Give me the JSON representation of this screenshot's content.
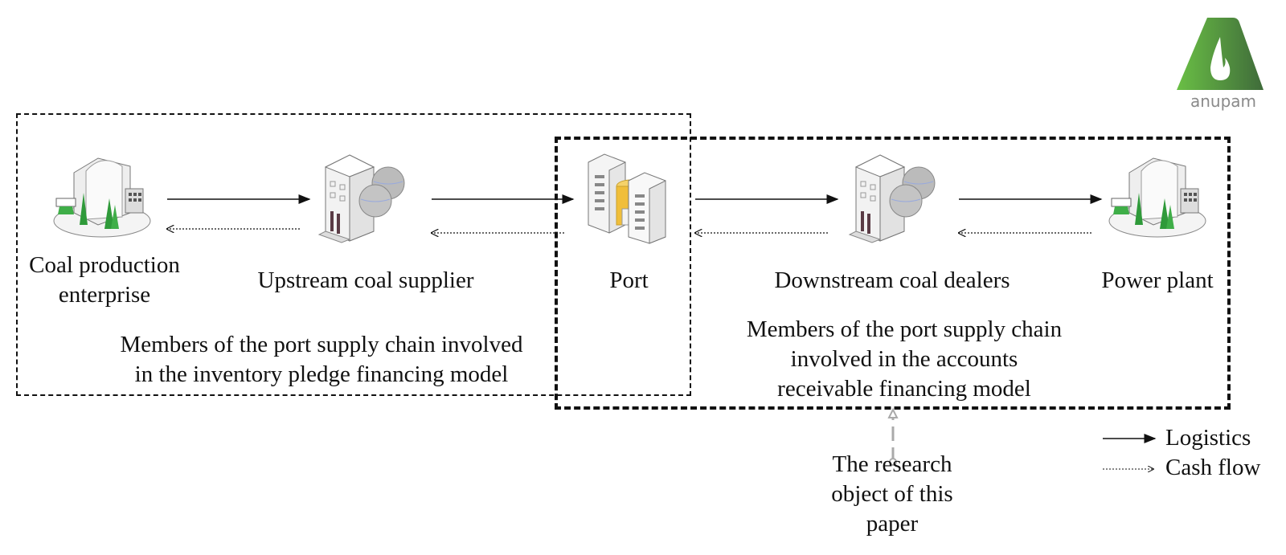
{
  "logo": {
    "text": "anupam",
    "colors": {
      "green_light": "#6abf45",
      "green_dark": "#3f6b3a",
      "text": "#8a8a8a"
    }
  },
  "nodes": [
    {
      "id": "coal-production",
      "label_lines": [
        "Coal production",
        "enterprise"
      ],
      "icon": "office-building-icon"
    },
    {
      "id": "upstream-supplier",
      "label": "Upstream coal supplier",
      "icon": "network-building-icon"
    },
    {
      "id": "port",
      "label": "Port",
      "icon": "server-warehouse-icon"
    },
    {
      "id": "downstream-dealers",
      "label": "Downstream coal dealers",
      "icon": "network-building-icon"
    },
    {
      "id": "power-plant",
      "label": "Power plant",
      "icon": "office-building-icon"
    }
  ],
  "groups": {
    "inventory": {
      "lines": [
        "Members of the port supply chain involved",
        "in the inventory pledge financing model"
      ]
    },
    "receivable": {
      "lines": [
        "Members of the port supply chain",
        "involved in the accounts",
        "receivable financing model"
      ]
    }
  },
  "annotation": {
    "lines": [
      "The research",
      "object of this",
      "paper"
    ]
  },
  "legend": {
    "logistics": "Logistics",
    "cash_flow": "Cash flow"
  },
  "flows": {
    "logistics": [
      "coal-production→upstream-supplier",
      "upstream-supplier→port",
      "port→downstream-dealers",
      "downstream-dealers→power-plant"
    ],
    "cash_flow": [
      "power-plant→downstream-dealers",
      "downstream-dealers→port",
      "port→upstream-supplier",
      "upstream-supplier→coal-production"
    ]
  }
}
